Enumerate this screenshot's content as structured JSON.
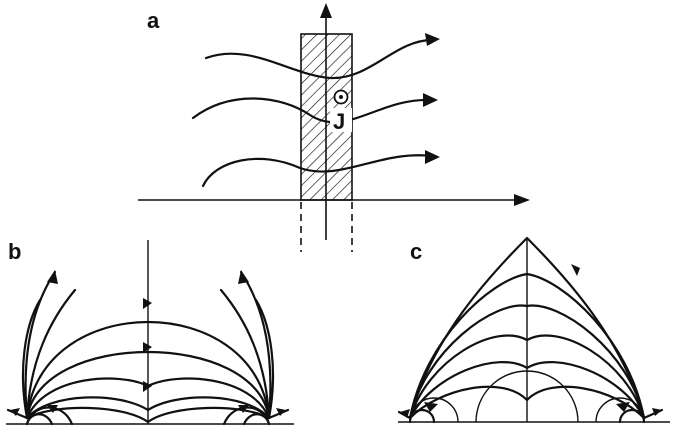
{
  "panels": [
    {
      "id": "a",
      "label": "a"
    },
    {
      "id": "b",
      "label": "b"
    },
    {
      "id": "c",
      "label": "c"
    }
  ],
  "current_symbol": "J",
  "colors": {
    "ink": "#111111",
    "background": "#ffffff"
  },
  "icons": [
    "out-of-page-current-icon"
  ]
}
